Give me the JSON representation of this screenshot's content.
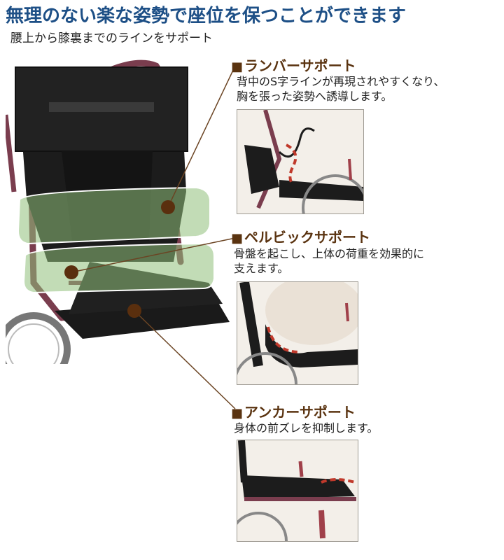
{
  "header": {
    "title": "無理のない楽な姿勢で座位を保つことができます",
    "subtitle": "腰上から膝裏までのラインをサポート"
  },
  "sections": [
    {
      "name": "ランバーサポート",
      "bullet": "■",
      "description": [
        "背中のS字ラインが再現されやすくなり、",
        "胸を張った姿勢へ誘導します。"
      ]
    },
    {
      "name": "ペルビックサポート",
      "bullet": "■",
      "description": [
        "骨盤を起こし、上体の荷重を効果的に",
        "支えます。"
      ]
    },
    {
      "name": "アンカーサポート",
      "bullet": "■",
      "description": [
        "身体の前ズレを抑制します。"
      ]
    }
  ],
  "colors": {
    "title": "#1d4f86",
    "section_heading": "#5a3310",
    "leader_line": "#6b4423",
    "highlight": "#8fbf7a",
    "marker_dash": "#c0392b",
    "frame": "#7a3d4e"
  }
}
